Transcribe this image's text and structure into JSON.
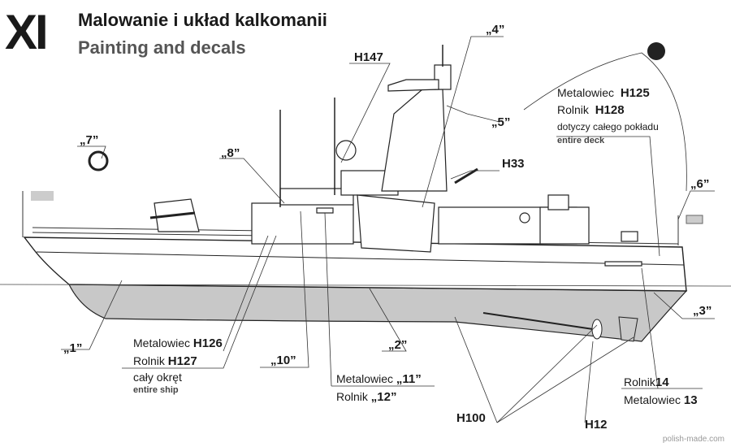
{
  "header": {
    "section": "XI",
    "title_pl": "Malowanie i układ kalkomanii",
    "title_en": "Painting and decals"
  },
  "labels": {
    "h147": "H147",
    "q4": "„4”",
    "q5": "„5”",
    "q7": "„7”",
    "q8": "„8”",
    "h33": "H33",
    "q6": "„6”",
    "q3": "„3”",
    "q1": "„1”",
    "q10": "„10”",
    "q2": "„2”",
    "deck": {
      "metal_prefix": "Metalowiec",
      "metal_code": "H125",
      "rolnik_prefix": "Rolnik",
      "rolnik_code": "H128",
      "note_pl": "dotyczy całego pokładu",
      "note_en": "entire deck"
    },
    "ship": {
      "metal_prefix": "Metalowiec ",
      "metal_code": "H126",
      "rolnik_prefix": "Rolnik ",
      "rolnik_code": "H127",
      "note_pl": "cały okręt",
      "note_en": "entire ship"
    },
    "mid": {
      "metal_prefix": "Metalowiec ",
      "metal_code": "„11”",
      "rolnik_prefix": "Rolnik ",
      "rolnik_code": "„12”"
    },
    "stern": {
      "rolnik_prefix": "Rolnik",
      "rolnik_code": "14",
      "metal_prefix": "Metalowiec ",
      "metal_code": "13"
    },
    "h100": "H100",
    "h12": "H12"
  },
  "watermark": "polish-made.com",
  "colors": {
    "hull_underwater": "#c8c8c8",
    "line": "#222222"
  }
}
